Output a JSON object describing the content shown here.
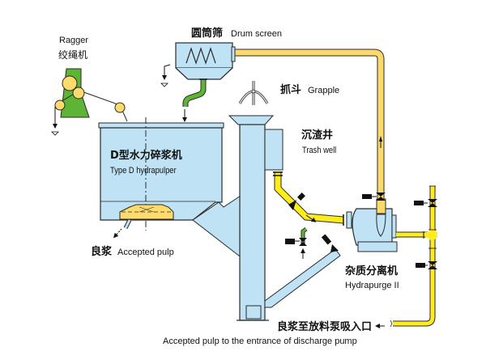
{
  "colors": {
    "vessel_fill": "#bfe3f5",
    "outline": "#2a2a2a",
    "pipe_yellow": "#ffec1a",
    "pipe_pale_yellow": "#fcd96a",
    "green": "#5db435",
    "roller_yellow": "#fedb6a",
    "valve_black": "#111111"
  },
  "labels": {
    "ragger_en": "Ragger",
    "ragger_cn": "绞绳机",
    "drum_screen_cn": "圆筒筛",
    "drum_screen_en": "Drum screen",
    "grapple_cn": "抓斗",
    "grapple_en": "Grapple",
    "trash_well_cn": "沉渣井",
    "trash_well_en": "Trash well",
    "hydrapulper_cn": "D型水力碎浆机",
    "hydrapulper_en": "Type D hydrapulper",
    "accepted_pulp_cn": "良浆",
    "accepted_pulp_en": "Accepted pulp",
    "hydrapurge_cn": "杂质分离机",
    "hydrapurge_en": "Hydrapurge II",
    "discharge_cn": "良浆至放料泵吸入口",
    "discharge_en": "Accepted pulp to the entrance of discharge pump"
  }
}
